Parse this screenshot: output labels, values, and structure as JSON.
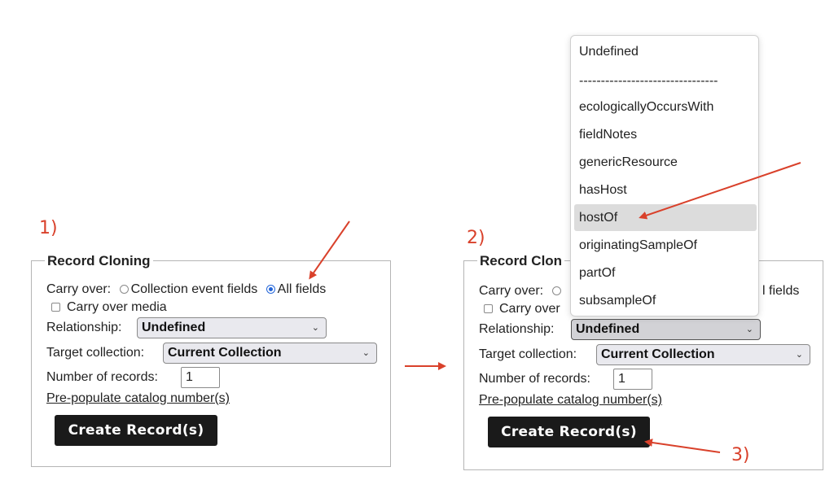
{
  "steps": [
    "1)",
    "2)",
    "3)"
  ],
  "panel": {
    "legend": "Record Cloning",
    "carry_over_label": "Carry over:",
    "radio_collection_label": "Collection event fields",
    "radio_all_label": "All fields",
    "radio_all_partial": "l fields",
    "carry_media_label": "Carry over media",
    "carry_media_partial": "Carry over",
    "relationship_label": "Relationship:",
    "relationship_value": "Undefined",
    "target_label": "Target collection:",
    "target_value": "Current Collection",
    "records_label": "Number of records:",
    "records_value": "1",
    "prepopulate_link": "Pre-populate catalog number(s)",
    "create_button": "Create Record(s)",
    "legend_partial": "Record Clon",
    "carry_over_partial": "Carry over:"
  },
  "dropdown": {
    "options": [
      "Undefined",
      "--------------------------------",
      "ecologicallyOccursWith",
      "fieldNotes",
      "genericResource",
      "hasHost",
      "hostOf",
      "originatingSampleOf",
      "partOf",
      "subsampleOf"
    ],
    "highlighted": "hostOf"
  },
  "colors": {
    "annotation": "#d9412b",
    "button": "#1a1a1a",
    "radio": "#2466d9"
  }
}
